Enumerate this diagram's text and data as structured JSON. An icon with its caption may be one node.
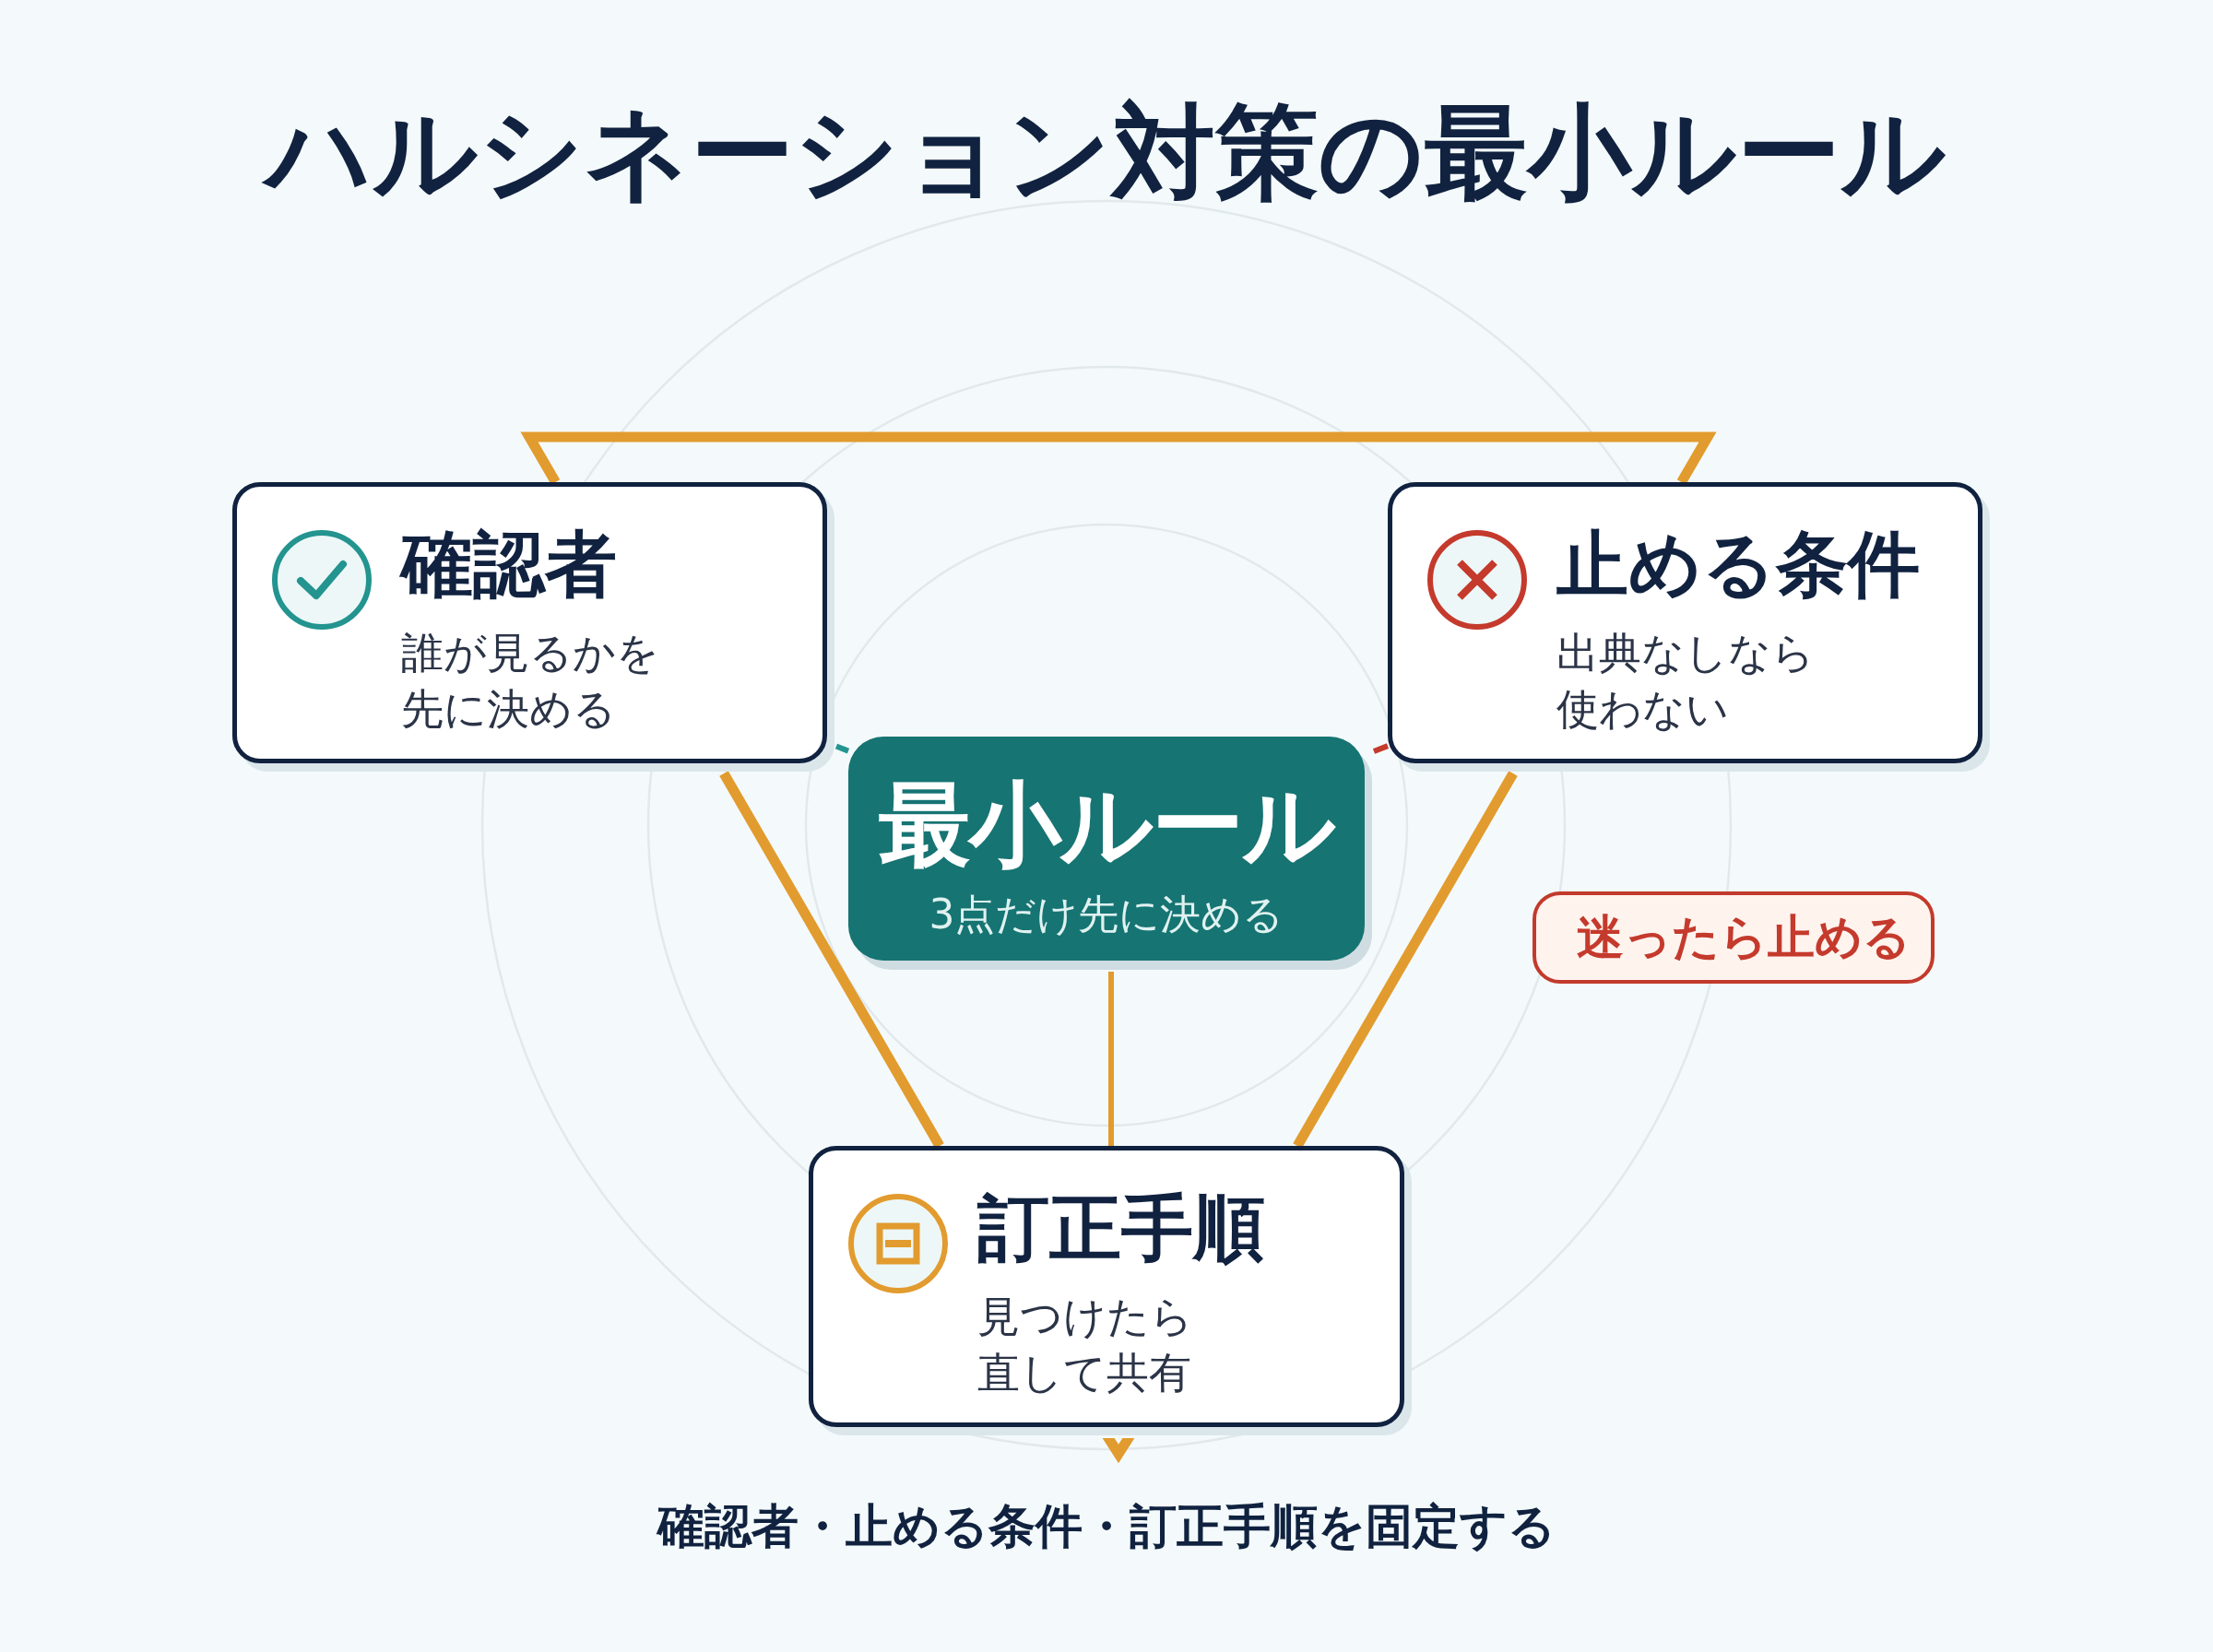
{
  "diagram": {
    "title": "ハルシネーション対策の最小ルール",
    "nodes": [
      {
        "text": [
          "確認者",
          "誰が見るかを先に決める"
        ]
      },
      {
        "text": [
          "止める条件",
          "出典なしなら使わない"
        ]
      },
      {
        "text": [
          "最小ルール",
          "3点だけ先に決める"
        ]
      },
      {
        "text": [
          "迷ったら止める"
        ]
      },
      {
        "text": [
          "訂正手順",
          "見つけたら直して共有"
        ]
      }
    ],
    "edges": [
      {
        "from": 2,
        "to": 0,
        "arrow": "none",
        "color": "#23948f"
      },
      {
        "from": 2,
        "to": 1,
        "arrow": "none",
        "color": "#c43a2c"
      },
      {
        "from": 2,
        "to": 4,
        "arrow": "none"
      },
      {
        "from": 0,
        "to": 1,
        "arrow": "none",
        "style": "thick"
      },
      {
        "from": 0,
        "to": 4,
        "arrow": "none",
        "style": "thick"
      },
      {
        "from": 1,
        "to": 4,
        "arrow": "none",
        "style": "thick"
      }
    ],
    "labels": [
      "確認者・止める条件・訂正手順を固定する"
    ]
  }
}
